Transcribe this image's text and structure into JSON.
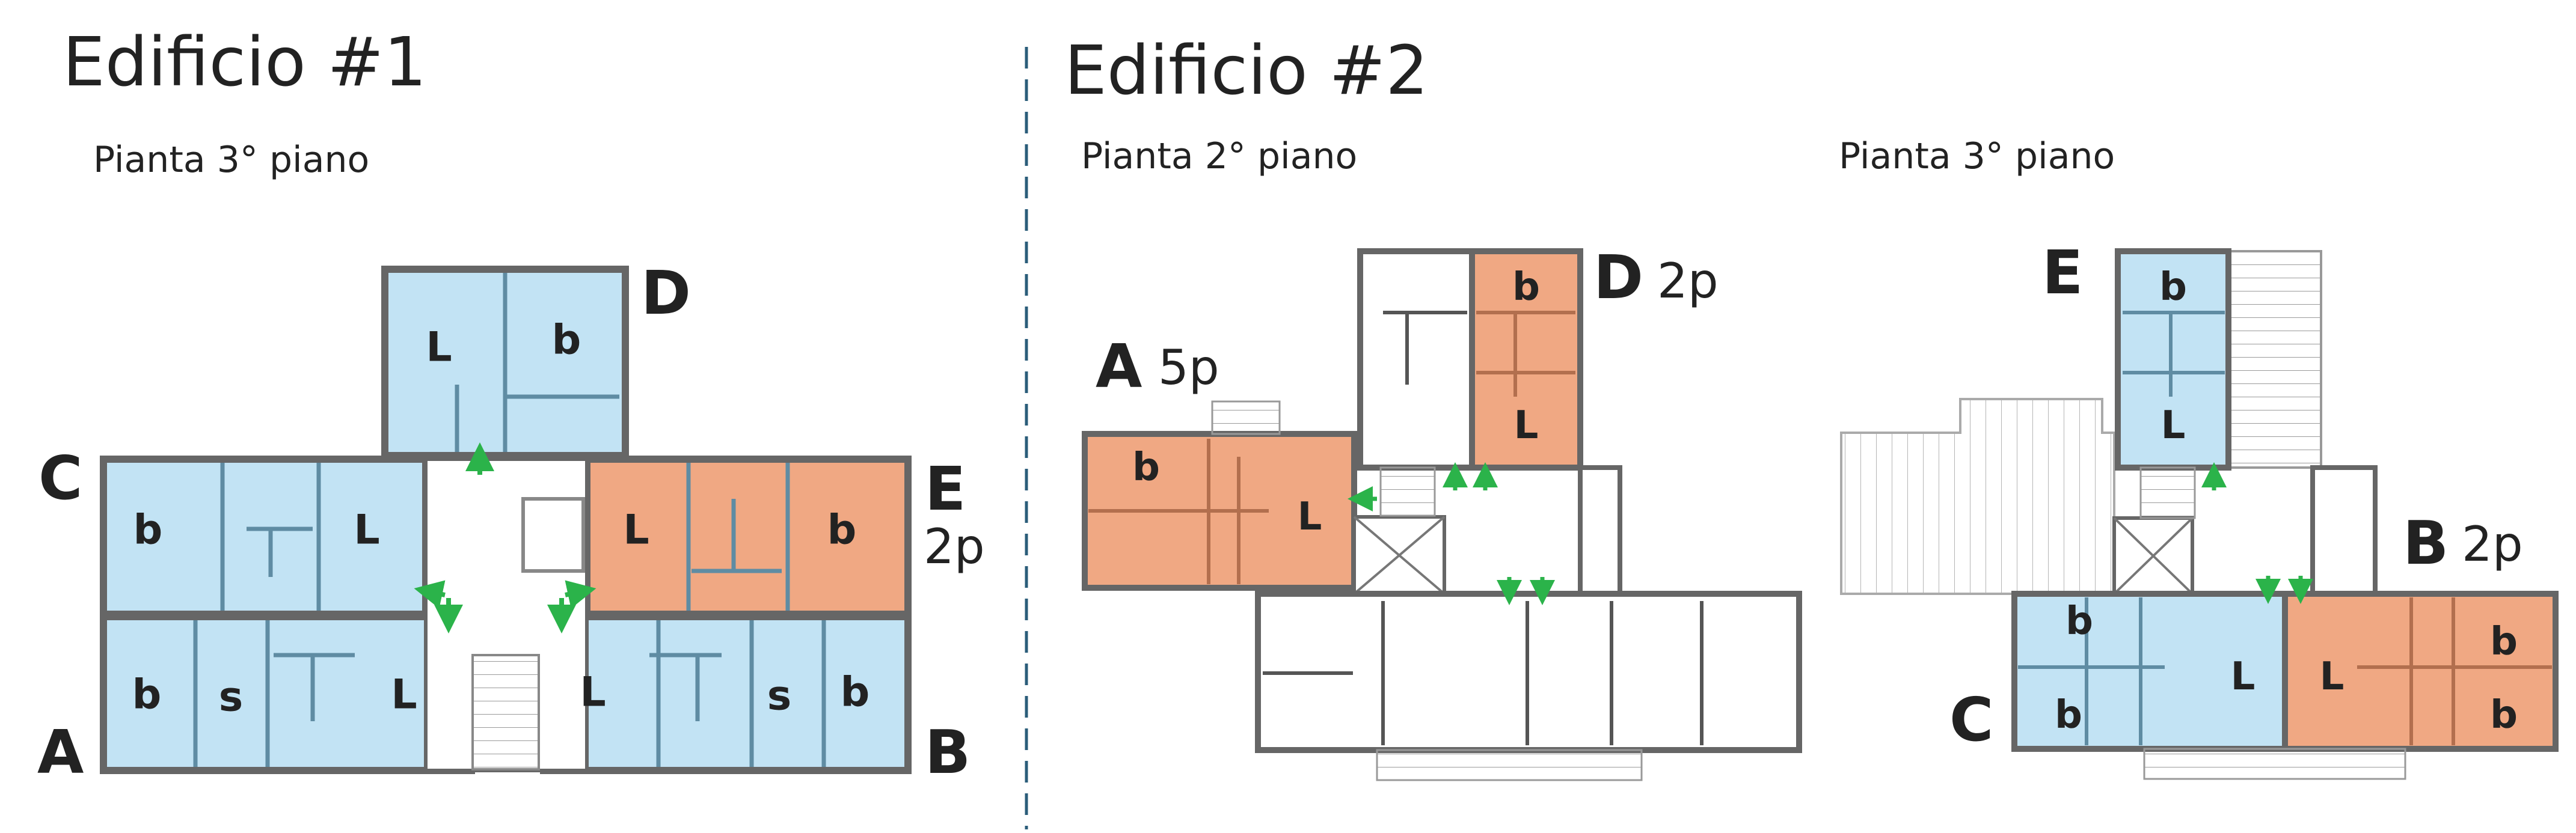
{
  "buildings": [
    {
      "title": "Edificio #1",
      "floors": [
        {
          "label": "Pianta 3° piano"
        }
      ]
    },
    {
      "title": "Edificio #2",
      "floors": [
        {
          "label": "Pianta 2° piano"
        },
        {
          "label": "Pianta 3° piano"
        }
      ]
    }
  ],
  "units": {
    "b1_D": "D",
    "b1_C": "C",
    "b1_E": "E",
    "b1_E_occ": "2p",
    "b1_A": "A",
    "b1_B": "B",
    "b2f2_A": "A",
    "b2f2_A_occ": "5p",
    "b2f2_D": "D",
    "b2f2_D_occ": "2p",
    "b2f3_E": "E",
    "b2f3_B": "B",
    "b2f3_B_occ": "2p",
    "b2f3_C": "C"
  },
  "rooms": {
    "L": "L",
    "b": "b",
    "s": "s"
  },
  "colors": {
    "available": "#c2e3f4",
    "occupied": "#f0a883",
    "wall": "#666666",
    "arrow": "#2bb34a",
    "divider": "#2b5d7a"
  }
}
